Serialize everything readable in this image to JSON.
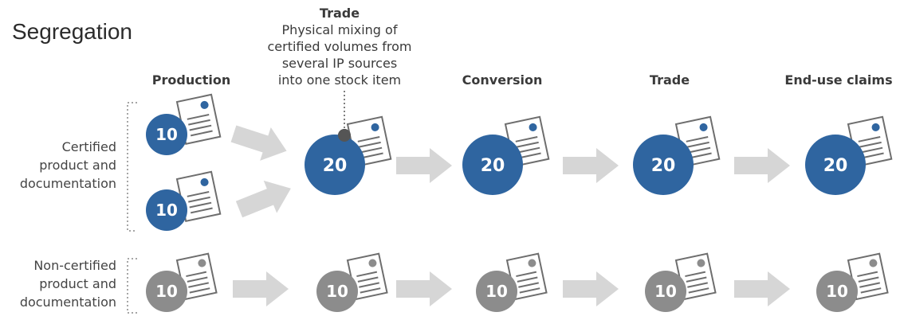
{
  "title": "Segregation",
  "stages": [
    "Production",
    "Trade",
    "Conversion",
    "Trade",
    "End-use claims"
  ],
  "trade_note": {
    "heading": "Trade",
    "lines": [
      "Physical mixing of",
      "certified volumes from",
      "several IP sources",
      "into one stock item"
    ]
  },
  "rows": [
    {
      "label_lines": [
        "Certified",
        "product and",
        "documentation"
      ]
    },
    {
      "label_lines": [
        "Non-certified",
        "product and",
        "documentation"
      ]
    }
  ],
  "certified_values": {
    "production_top": "10",
    "production_bottom": "10",
    "trade": "20",
    "conversion": "20",
    "trade2": "20",
    "end_use": "20"
  },
  "noncertified_values": [
    "10",
    "10",
    "10",
    "10",
    "10"
  ],
  "colors": {
    "certified": "#2f65a0",
    "noncertified": "#8c8c8c",
    "arrow": "#d6d6d6",
    "dot": "#555555"
  }
}
